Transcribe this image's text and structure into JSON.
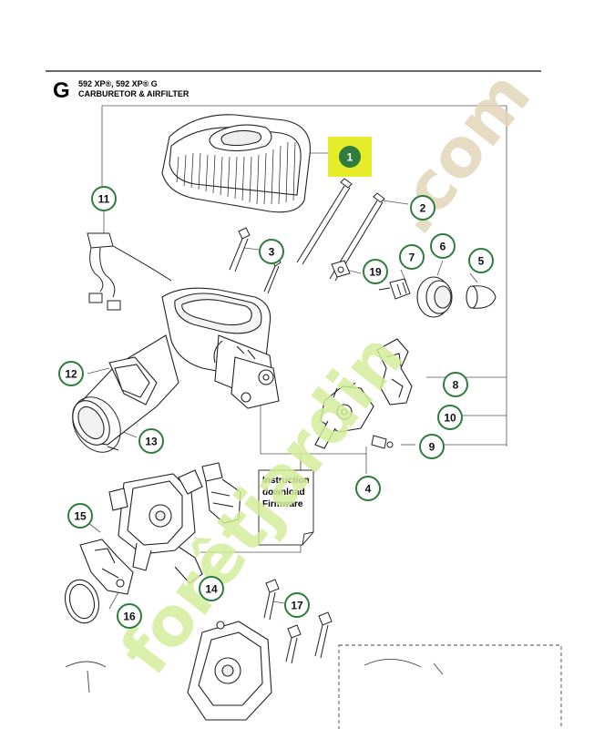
{
  "header": {
    "section_letter": "G",
    "models": "592 XP®, 592 XP® G",
    "title": "CARBURETOR & AIRFILTER"
  },
  "callouts": [
    {
      "id": "1",
      "highlight": true
    },
    {
      "id": "2"
    },
    {
      "id": "3"
    },
    {
      "id": "4"
    },
    {
      "id": "5"
    },
    {
      "id": "6"
    },
    {
      "id": "7"
    },
    {
      "id": "8"
    },
    {
      "id": "9"
    },
    {
      "id": "10"
    },
    {
      "id": "11"
    },
    {
      "id": "12"
    },
    {
      "id": "13"
    },
    {
      "id": "14"
    },
    {
      "id": "15"
    },
    {
      "id": "16"
    },
    {
      "id": "17"
    },
    {
      "id": "19"
    }
  ],
  "note": {
    "line1": "Instruction",
    "line2": "download",
    "line3": "Firmware"
  },
  "watermark": {
    "brand": "forêtjardin",
    "suffix": ".com"
  },
  "colors": {
    "callout_ring": "#2e7d3c",
    "callout_fill": "#ffffff",
    "highlight_fill": "#e6ec2a",
    "highlight_dot": "#2e7d3c",
    "watermark_green": "#d4ec9a",
    "watermark_tan": "#e2d6ba",
    "line": "#444444"
  }
}
